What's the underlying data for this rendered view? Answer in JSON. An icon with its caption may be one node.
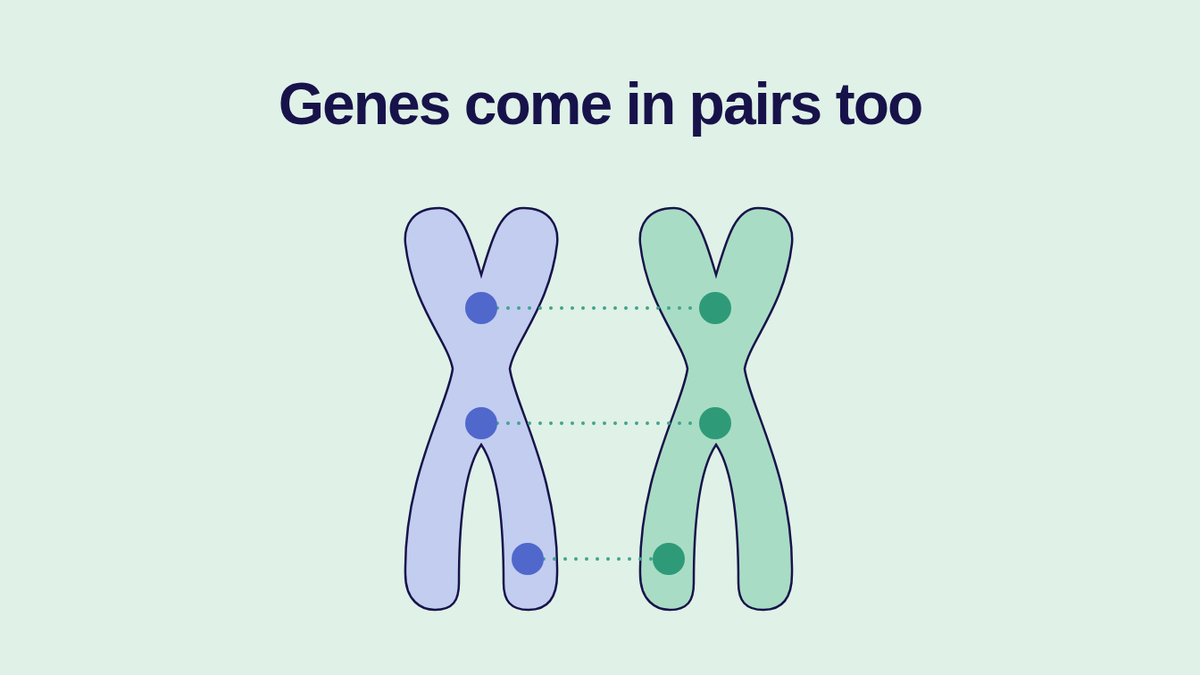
{
  "diagram": {
    "title": "Genes come in pairs too",
    "nodes": [
      {
        "text": [],
        "shape": "picture"
      },
      {
        "text": [],
        "shape": "circle",
        "in": 0
      },
      {
        "text": [],
        "shape": "circle",
        "in": 0
      },
      {
        "text": [],
        "shape": "circle",
        "in": 0
      },
      {
        "text": [],
        "shape": "picture"
      },
      {
        "text": [],
        "shape": "circle",
        "in": 4
      },
      {
        "text": [],
        "shape": "circle",
        "in": 4
      },
      {
        "text": [],
        "shape": "circle",
        "in": 4
      }
    ],
    "edges": [
      {
        "from": 1,
        "to": 5,
        "arrow": "none",
        "style": "dashed"
      },
      {
        "from": 2,
        "to": 6,
        "arrow": "none",
        "style": "dashed"
      },
      {
        "from": 3,
        "to": 7,
        "arrow": "none",
        "style": "dashed"
      }
    ]
  }
}
